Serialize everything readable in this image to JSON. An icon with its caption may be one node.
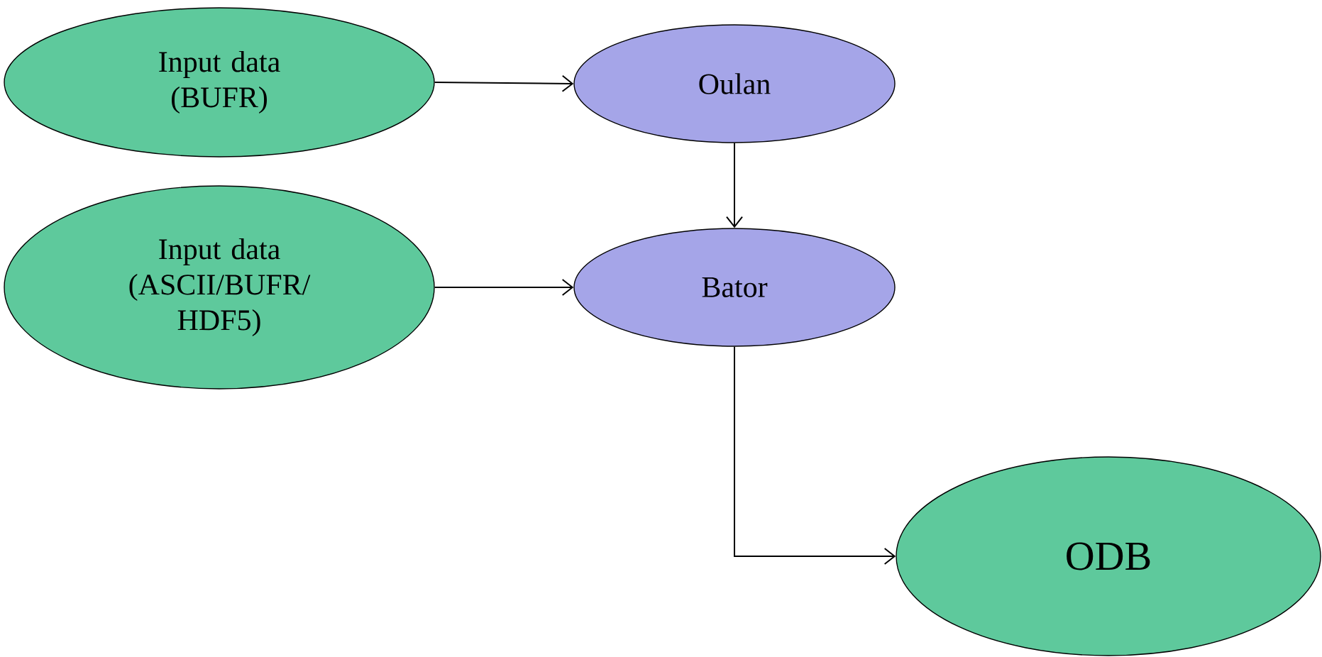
{
  "diagram": {
    "nodes": [
      {
        "text": [
          "Input data (BUFR)"
        ]
      },
      {
        "text": [
          "Oulan"
        ]
      },
      {
        "text": [
          "Input data (ASCII/BUFR/ HDF5)"
        ]
      },
      {
        "text": [
          "Bator"
        ]
      },
      {
        "text": [
          "ODB"
        ]
      }
    ],
    "edges": [
      {
        "from": 0,
        "to": 1,
        "arrow": "to"
      },
      {
        "from": 1,
        "to": 3,
        "arrow": "to"
      },
      {
        "from": 2,
        "to": 3,
        "arrow": "to"
      },
      {
        "from": 3,
        "to": 4,
        "arrow": "to"
      }
    ]
  }
}
